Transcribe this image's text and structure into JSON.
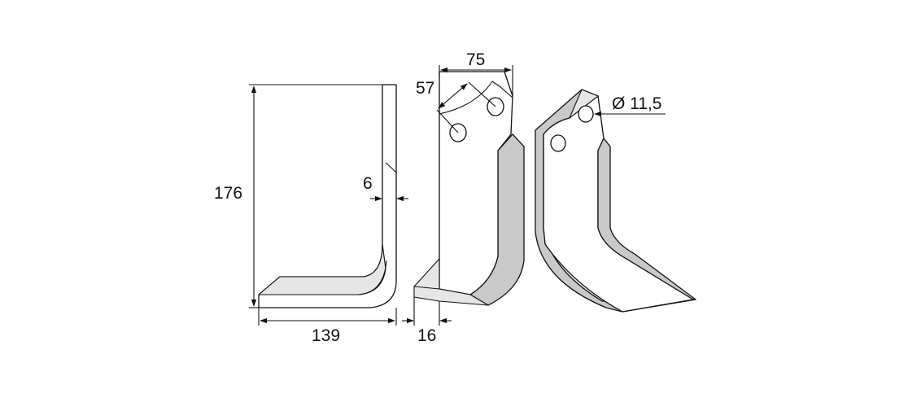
{
  "dimensions": {
    "height": "176",
    "width": "139",
    "thickness": "6",
    "foot": "16",
    "top_width": "75",
    "hole_spacing": "57",
    "hole_diameter": "Ø 11,5"
  },
  "colors": {
    "line": "#111111",
    "shade": "#c9c9c9",
    "background": "#ffffff"
  }
}
